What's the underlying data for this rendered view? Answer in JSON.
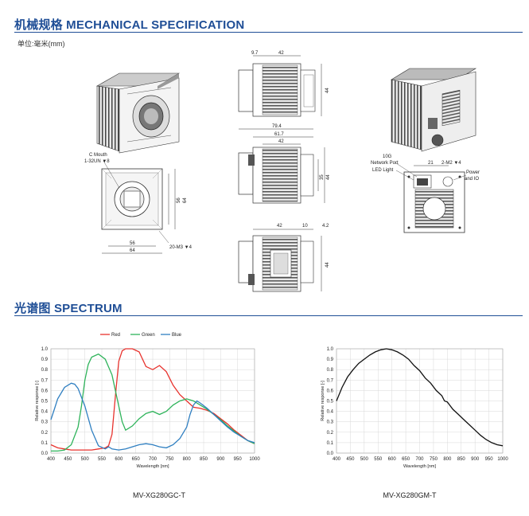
{
  "mechanical": {
    "title": "机械规格 MECHANICAL SPECIFICATION",
    "unit": "单位:毫米(mm)",
    "labels": {
      "c_mouth": "C Mouth",
      "thread": "1-32UN ▼8",
      "screw": "20-M3 ▼4",
      "dim_56": "56",
      "dim_64": "64",
      "dim_97": "9.7",
      "dim_42": "42",
      "dim_44": "44",
      "dim_794": "79.4",
      "dim_617": "61.7",
      "dim_35": "35",
      "dim_10": "10",
      "dim_42b": "4.2",
      "net_port": "10G\nNetwork Port",
      "led": "LED Light",
      "dim_21": "21",
      "m2": "2-M2 ▼4",
      "power": "Power\nand IO"
    }
  },
  "spectrum": {
    "title": "光谱图   SPECTRUM"
  },
  "chart_data": [
    {
      "type": "line",
      "caption": "MV-XG280GC-T",
      "xlabel": "Wavelength [nm]",
      "ylabel": "Relative response [-]",
      "xlim": [
        400,
        1000
      ],
      "ylim": [
        0,
        1.0
      ],
      "xticks": [
        400,
        450,
        500,
        550,
        600,
        650,
        700,
        750,
        800,
        850,
        900,
        950,
        1000
      ],
      "yticks": [
        0.0,
        0.1,
        0.2,
        0.3,
        0.4,
        0.5,
        0.6,
        0.7,
        0.8,
        0.9,
        1.0
      ],
      "legend_position": "top",
      "series": [
        {
          "name": "Red",
          "color": "#e8322d",
          "x": [
            400,
            420,
            440,
            460,
            480,
            500,
            520,
            540,
            560,
            570,
            580,
            590,
            600,
            610,
            620,
            640,
            660,
            680,
            700,
            720,
            740,
            760,
            780,
            800,
            820,
            840,
            860,
            880,
            900,
            920,
            940,
            960,
            980,
            1000
          ],
          "y": [
            0.08,
            0.05,
            0.04,
            0.03,
            0.03,
            0.03,
            0.03,
            0.04,
            0.05,
            0.07,
            0.18,
            0.55,
            0.88,
            0.98,
            1.0,
            1.0,
            0.97,
            0.83,
            0.8,
            0.84,
            0.78,
            0.65,
            0.56,
            0.5,
            0.44,
            0.43,
            0.41,
            0.38,
            0.33,
            0.28,
            0.22,
            0.17,
            0.12,
            0.09
          ]
        },
        {
          "name": "Green",
          "color": "#2eb35a",
          "x": [
            400,
            420,
            440,
            460,
            480,
            490,
            500,
            510,
            520,
            540,
            560,
            580,
            600,
            610,
            620,
            640,
            660,
            680,
            700,
            720,
            740,
            760,
            780,
            800,
            820,
            840,
            860,
            880,
            900,
            920,
            940,
            960,
            980,
            1000
          ],
          "y": [
            0.02,
            0.02,
            0.03,
            0.08,
            0.25,
            0.45,
            0.7,
            0.85,
            0.92,
            0.95,
            0.9,
            0.75,
            0.45,
            0.3,
            0.22,
            0.26,
            0.33,
            0.38,
            0.4,
            0.37,
            0.4,
            0.46,
            0.5,
            0.52,
            0.5,
            0.46,
            0.42,
            0.37,
            0.32,
            0.26,
            0.21,
            0.16,
            0.12,
            0.09
          ]
        },
        {
          "name": "Blue",
          "color": "#2f7fc1",
          "x": [
            400,
            410,
            420,
            440,
            460,
            470,
            480,
            500,
            520,
            540,
            560,
            570,
            580,
            600,
            620,
            640,
            660,
            680,
            700,
            720,
            740,
            760,
            780,
            800,
            810,
            820,
            830,
            840,
            860,
            880,
            900,
            920,
            940,
            960,
            980,
            1000
          ],
          "y": [
            0.32,
            0.42,
            0.52,
            0.63,
            0.67,
            0.66,
            0.62,
            0.45,
            0.22,
            0.07,
            0.04,
            0.06,
            0.04,
            0.03,
            0.04,
            0.06,
            0.08,
            0.09,
            0.08,
            0.06,
            0.05,
            0.08,
            0.14,
            0.25,
            0.37,
            0.46,
            0.5,
            0.48,
            0.43,
            0.37,
            0.31,
            0.25,
            0.2,
            0.16,
            0.12,
            0.1
          ]
        }
      ]
    },
    {
      "type": "line",
      "caption": "MV-XG280GM-T",
      "xlabel": "Wavelength [nm]",
      "ylabel": "Relative response [-]",
      "xlim": [
        400,
        1000
      ],
      "ylim": [
        0,
        1.0
      ],
      "xticks": [
        400,
        450,
        500,
        550,
        600,
        650,
        700,
        750,
        800,
        850,
        900,
        950,
        1000
      ],
      "yticks": [
        0.0,
        0.1,
        0.2,
        0.3,
        0.4,
        0.5,
        0.6,
        0.7,
        0.8,
        0.9,
        1.0
      ],
      "series": [
        {
          "color": "#111111",
          "x": [
            400,
            420,
            440,
            460,
            480,
            500,
            520,
            540,
            560,
            580,
            600,
            620,
            640,
            660,
            680,
            700,
            720,
            740,
            760,
            780,
            790,
            800,
            820,
            840,
            860,
            880,
            900,
            920,
            940,
            960,
            980,
            1000
          ],
          "y": [
            0.5,
            0.63,
            0.73,
            0.8,
            0.86,
            0.9,
            0.94,
            0.97,
            0.99,
            1.0,
            0.99,
            0.97,
            0.94,
            0.9,
            0.84,
            0.79,
            0.72,
            0.67,
            0.6,
            0.55,
            0.5,
            0.49,
            0.42,
            0.37,
            0.32,
            0.27,
            0.22,
            0.17,
            0.13,
            0.1,
            0.08,
            0.07
          ]
        }
      ]
    }
  ]
}
